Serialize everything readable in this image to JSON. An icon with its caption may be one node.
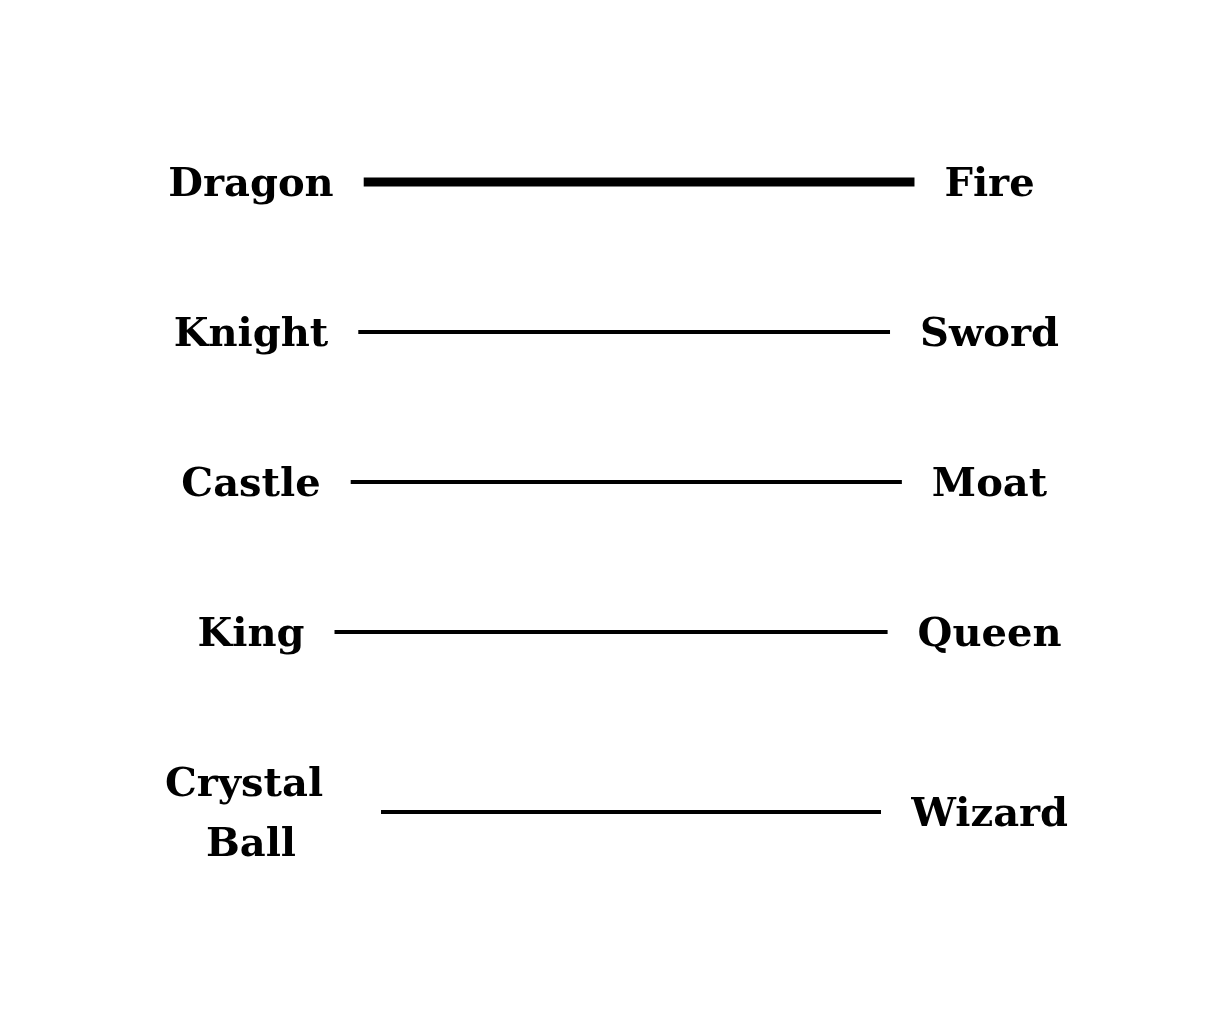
{
  "diagram": {
    "nodes": [
      {
        "text": [
          "Dragon"
        ]
      },
      {
        "text": [
          "Wizard"
        ]
      },
      {
        "text": [
          "Knight"
        ]
      },
      {
        "text": [
          "Sword"
        ]
      },
      {
        "text": [
          "Castle"
        ]
      },
      {
        "text": [
          "Fire"
        ]
      },
      {
        "text": [
          "King"
        ]
      },
      {
        "text": [
          "Queen"
        ]
      },
      {
        "text": [
          "Crystal Ball"
        ]
      },
      {
        "text": [
          "Moat"
        ]
      }
    ],
    "edges": [
      {
        "from": 0,
        "to": 5,
        "arrow": "none",
        "style": "thick"
      },
      {
        "from": 2,
        "to": 3,
        "arrow": "none"
      },
      {
        "from": 4,
        "to": 9,
        "arrow": "none"
      },
      {
        "from": 6,
        "to": 7,
        "arrow": "none"
      },
      {
        "from": 8,
        "to": 1,
        "arrow": "none"
      }
    ]
  }
}
